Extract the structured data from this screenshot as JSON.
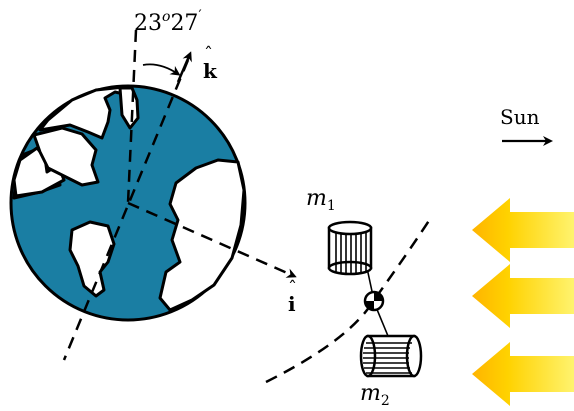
{
  "labels": {
    "tilt_angle": {
      "main": "23",
      "sup": "o",
      "tail": "27",
      "prime": "′"
    },
    "k_axis": {
      "hat": "ˆ",
      "letter": "k"
    },
    "i_axis": {
      "hat": "ˆ",
      "letter": "i"
    },
    "sun": "Sun",
    "mass1": {
      "base": "m",
      "sub": "1"
    },
    "mass2": {
      "base": "m",
      "sub": "2"
    }
  },
  "colors": {
    "ocean": "#1a7ea3",
    "land": "#ffffff",
    "outline": "#000000",
    "sun_ray_tip": "#ffd200",
    "sun_ray_tail": "#fff16a"
  }
}
